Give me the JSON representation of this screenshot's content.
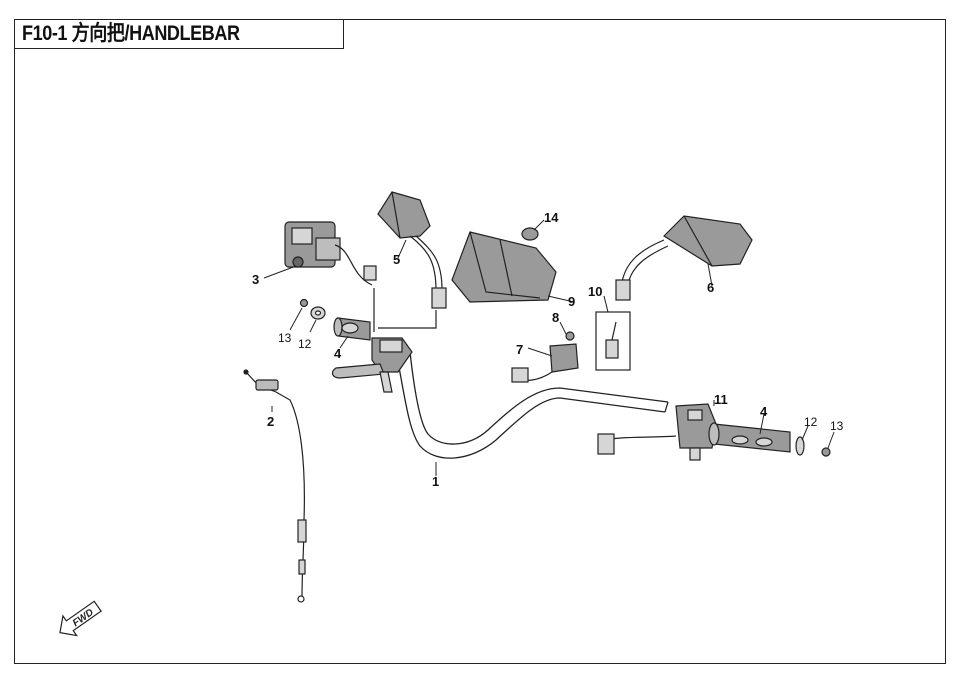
{
  "header": {
    "title": "F10-1 方向把/HANDLEBAR"
  },
  "fwd_badge": {
    "label": "FWD"
  },
  "callouts": {
    "c1": "1",
    "c2": "2",
    "c3": "3",
    "c4a": "4",
    "c4b": "4",
    "c5": "5",
    "c6": "6",
    "c7": "7",
    "c8": "8",
    "c9": "9",
    "c10": "10",
    "c11": "11",
    "c12a": "12",
    "c12b": "12",
    "c13a": "13",
    "c13b": "13",
    "c14": "14"
  },
  "colors": {
    "line": "#222222",
    "fill_dark": "#9a9a9a",
    "fill_light": "#d6d6d6",
    "background": "#ffffff"
  }
}
